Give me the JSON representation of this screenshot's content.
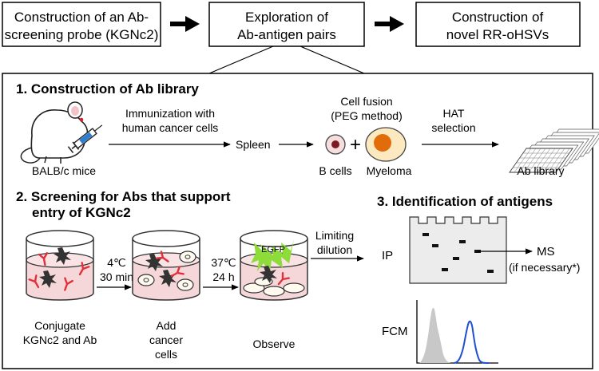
{
  "top_flow": {
    "step1": [
      "Construction of an Ab-",
      "screening probe (KGNc2)"
    ],
    "step2": [
      "Exploration of",
      "Ab-antigen pairs"
    ],
    "step3": [
      "Construction of",
      "novel RR-oHSVs"
    ]
  },
  "section1": {
    "title": "1. Construction of Ab library",
    "immunization": [
      "Immunization with",
      "human cancer cells"
    ],
    "mice_label": "BALB/c mice",
    "spleen_label": "Spleen",
    "cell_fusion": [
      "Cell fusion",
      "(PEG method)"
    ],
    "plus": "+",
    "b_cells_label": "B cells",
    "myeloma_label": "Myeloma",
    "hat": [
      "HAT",
      "selection"
    ],
    "library_label": "Ab library"
  },
  "section2": {
    "title": [
      "2. Screening for Abs that support",
      "entry of KGNc2"
    ],
    "cond1": [
      "4℃",
      "30 min"
    ],
    "cond2": [
      "37℃",
      "24 h"
    ],
    "egfp": "EGFP",
    "limiting": [
      "Limiting",
      "dilution"
    ],
    "step_a": [
      "Conjugate",
      "KGNc2 and Ab"
    ],
    "step_b": [
      "Add",
      "cancer",
      "cells"
    ],
    "step_c": "Observe"
  },
  "section3": {
    "title": "3. Identification of antigens",
    "ip_label": "IP",
    "ms_label": "MS",
    "ms_note": "(if necessary*)",
    "fcm_label": "FCM"
  },
  "colors": {
    "fluid_pink": "#f6d7d9",
    "antibody_red": "#e0313a",
    "virus_dark": "#333333",
    "egfp_green": "#8ddc3a",
    "myeloma_orange": "#e36c0a",
    "myeloma_cream": "#fce9c0",
    "gel_gray": "#ececec",
    "fcm_blue": "#1f4fd1",
    "fcm_gray": "#c8c8c8"
  }
}
